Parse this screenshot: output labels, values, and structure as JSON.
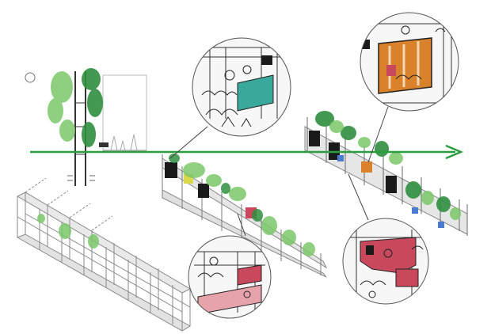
{
  "diagram": {
    "colors": {
      "arrow": "#2a9d3c",
      "frame": "#8a8a8a",
      "frame_dark": "#555555",
      "plant_light": "#7cc86a",
      "plant_dark": "#2f8f3f",
      "teal": "#3aa89a",
      "red": "#c9485b",
      "orange": "#d9822b",
      "pink": "#e7a3ac",
      "blue": "#4b7bd1",
      "bubble_stroke": "#555555"
    },
    "arrow": {
      "direction": "left-to-right"
    },
    "stages": [
      {
        "id": "stage-1-bare-frame"
      },
      {
        "id": "stage-2-partially-planted"
      },
      {
        "id": "stage-3-fully-inhabited"
      }
    ],
    "section": {
      "id": "vertical-section-elevation"
    },
    "callouts": [
      {
        "id": "callout-teal-balcony"
      },
      {
        "id": "callout-pink-terrace"
      },
      {
        "id": "callout-orange-room"
      },
      {
        "id": "callout-red-stair"
      }
    ]
  }
}
